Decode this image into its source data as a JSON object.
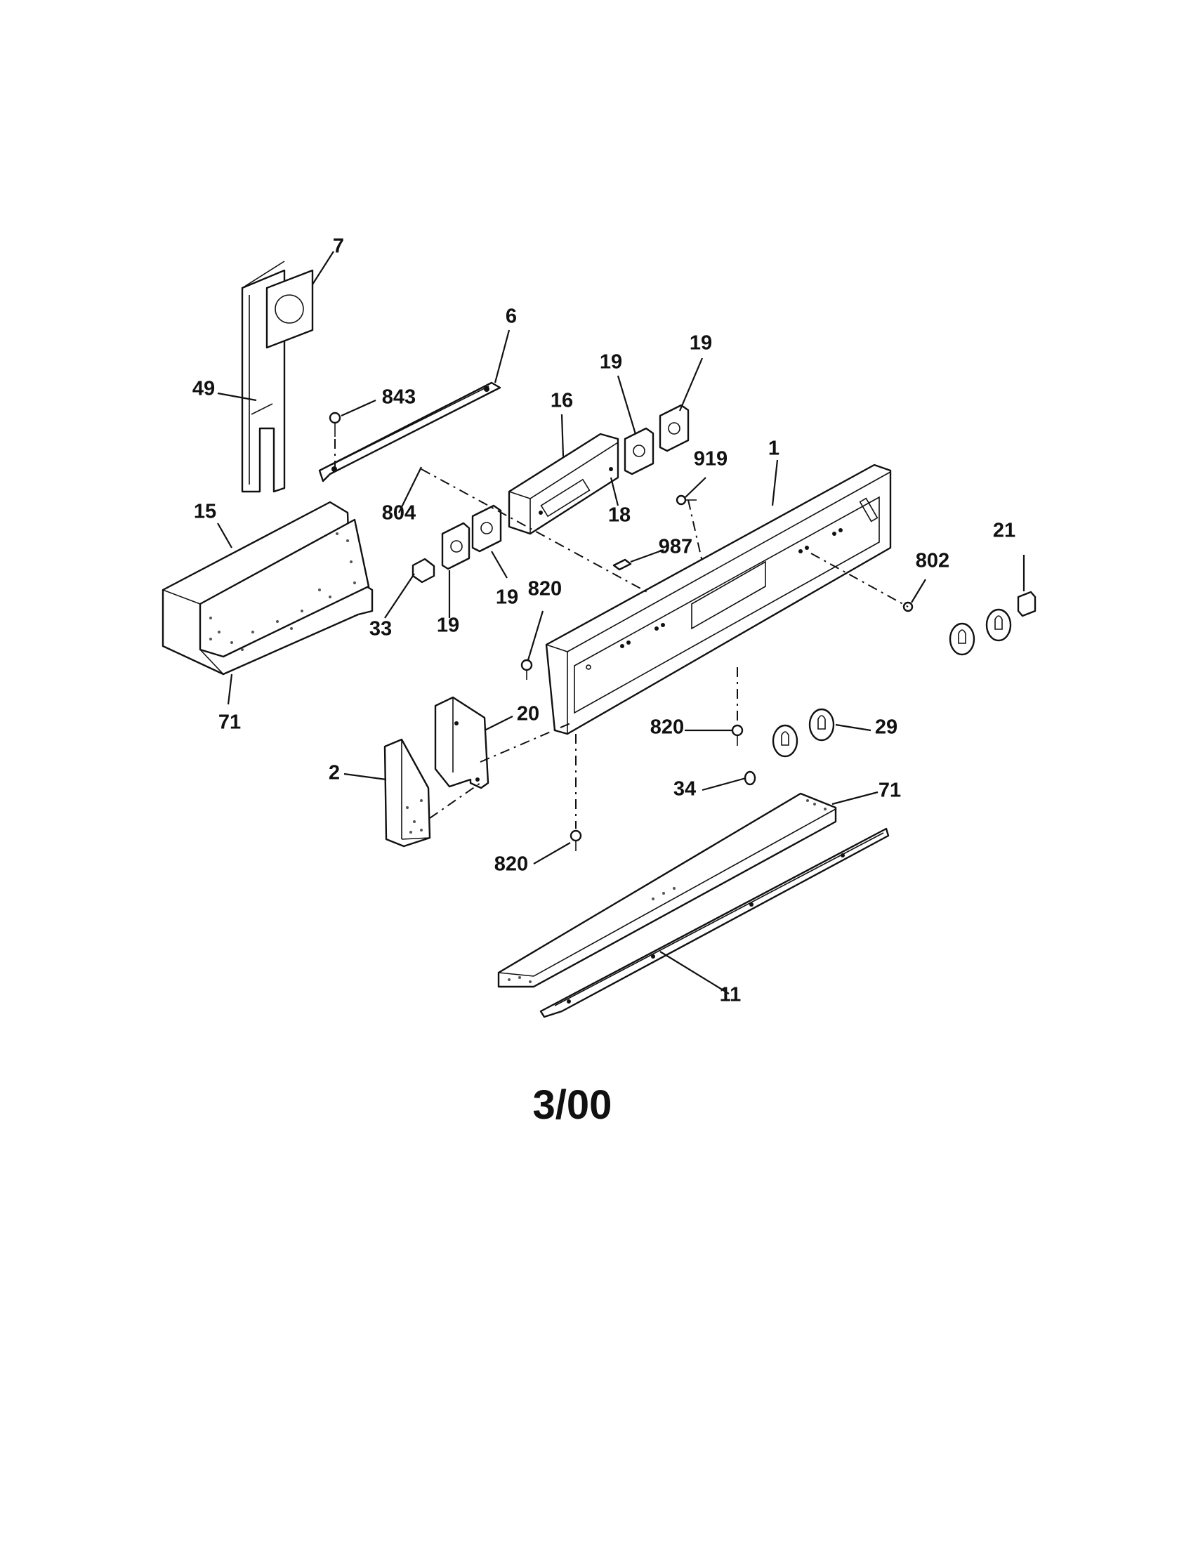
{
  "callouts": {
    "c7": "7",
    "c6": "6",
    "c49": "49",
    "c843": "843",
    "c16": "16",
    "c19_top_left": "19",
    "c19_top_right": "19",
    "c919": "919",
    "c1": "1",
    "c18": "18",
    "c15": "15",
    "c804": "804",
    "c21": "21",
    "c987": "987",
    "c802": "802",
    "c820_top": "820",
    "c33": "33",
    "c19_mid_left": "19",
    "c19_mid_right": "19",
    "c71_left": "71",
    "c20": "20",
    "c820_mid": "820",
    "c29": "29",
    "c2": "2",
    "c34": "34",
    "c71_right": "71",
    "c820_bottom": "820",
    "c11": "11"
  },
  "footer": {
    "date": "3/00"
  }
}
